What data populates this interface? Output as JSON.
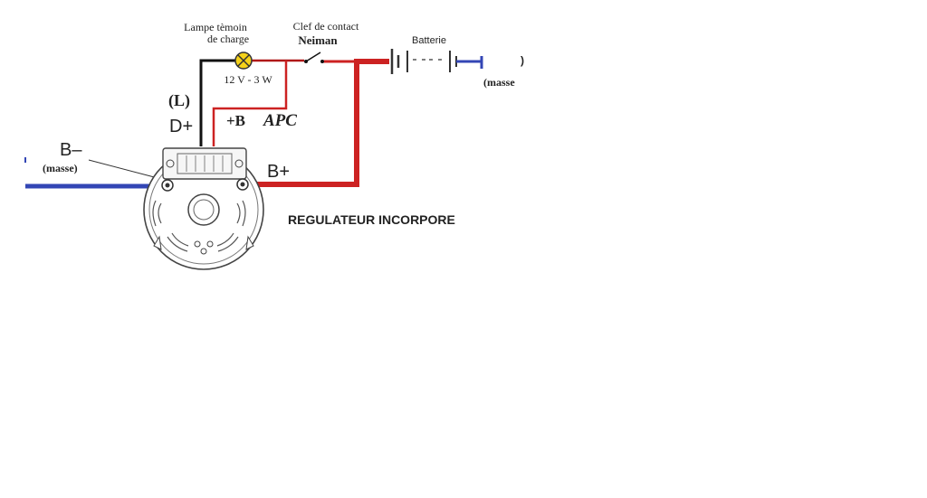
{
  "labels": {
    "lamp_line1": "Lampe tèmoin",
    "lamp_line2": "de charge",
    "key_line1": "Clef de contact",
    "key_line2": "Neiman",
    "battery": "Batterie",
    "lamp_rating": "12 V - 3 W",
    "L": "(L)",
    "d_plus": "D+",
    "plus_b": "+B",
    "apc": "APC",
    "b_minus": "B–",
    "masse_left": "(masse)",
    "b_plus": "B+",
    "regulator": "REGULATEUR INCORPORE",
    "masse_right": "(masse",
    "right_paren": ")"
  },
  "colors": {
    "wire_red": "#cc2222",
    "wire_dark_red": "#b01818",
    "wire_blue": "#3346b5",
    "wire_black": "#111111",
    "lamp_yellow": "#f5d21a",
    "apc_text": "#b51b1b"
  }
}
